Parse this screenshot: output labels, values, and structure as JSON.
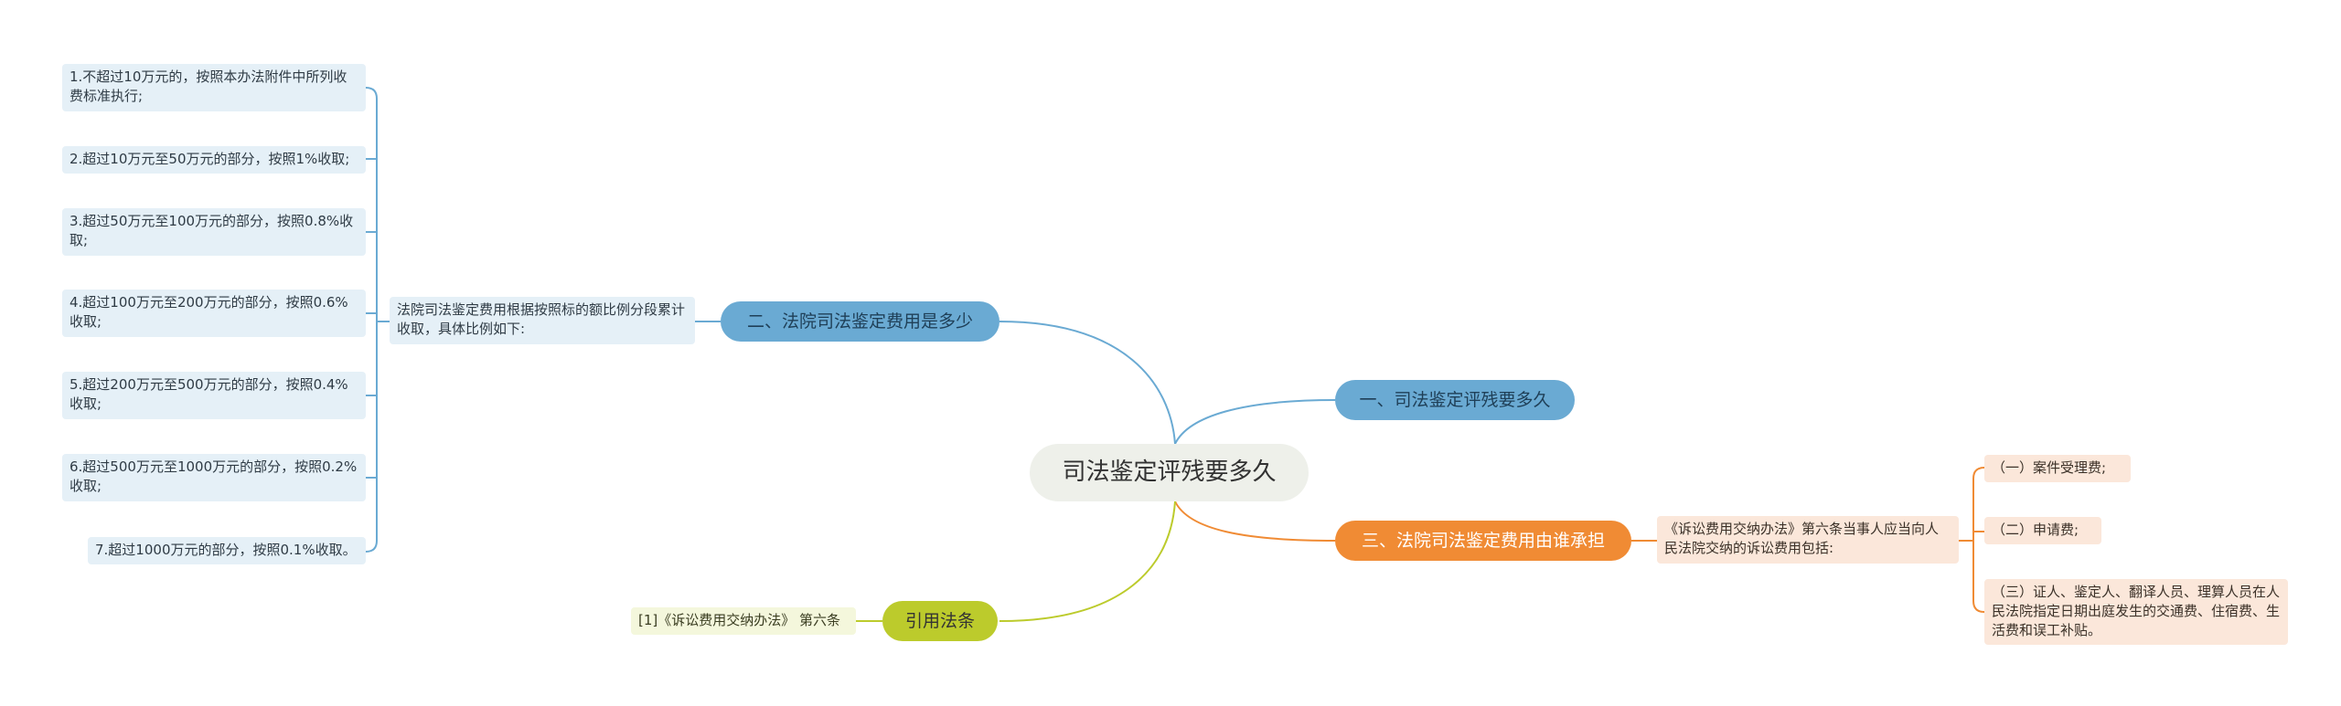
{
  "center": {
    "label": "司法鉴定评残要多久"
  },
  "branches": {
    "b1": {
      "label": "一、司法鉴定评残要多久"
    },
    "b2": {
      "label": "二、法院司法鉴定费用是多少",
      "summary": "法院司法鉴定费用根据按照标的额比例分段累计收取，具体比例如下:",
      "items": [
        "1.不超过10万元的，按照本办法附件中所列收费标准执行;",
        "2.超过10万元至50万元的部分，按照1%收取;",
        "3.超过50万元至100万元的部分，按照0.8%收取;",
        "4.超过100万元至200万元的部分，按照0.6%收取;",
        "5.超过200万元至500万元的部分，按照0.4%收取;",
        "6.超过500万元至1000万元的部分，按照0.2%收取;",
        "7.超过1000万元的部分，按照0.1%收取。"
      ]
    },
    "b3": {
      "label": "三、法院司法鉴定费用由谁承担",
      "summary": "《诉讼费用交纳办法》第六条当事人应当向人民法院交纳的诉讼费用包括:",
      "items": [
        "（一）案件受理费;",
        "（二）申请费;",
        "（三）证人、鉴定人、翻译人员、理算人员在人民法院指定日期出庭发生的交通费、住宿费、生活费和误工补贴。"
      ]
    },
    "b4": {
      "label": "引用法条",
      "items": [
        "[1]《诉讼费用交纳办法》 第六条"
      ]
    }
  },
  "colors": {
    "blue_line": "#6aaad3",
    "orange_line": "#f08b34",
    "green_line": "#bccb2c"
  }
}
